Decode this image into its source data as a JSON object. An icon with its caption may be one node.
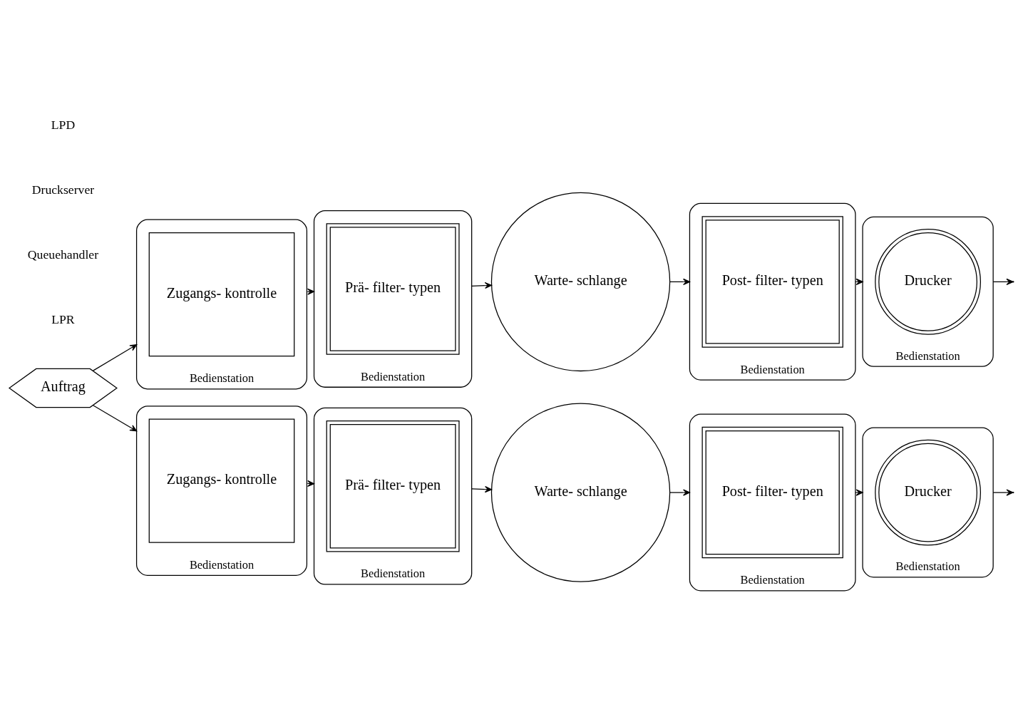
{
  "diagram": {
    "nodes": [
      {
        "text": [
          "Auftrag"
        ]
      },
      {
        "text": [
          "Bedienstation"
        ]
      },
      {
        "text": [
          "Zugangs- kontrolle"
        ],
        "in": 1
      },
      {
        "text": [
          "Bedienstation"
        ]
      },
      {
        "text": [
          "Prä- filter- typen"
        ],
        "in": 3
      },
      {
        "text": [
          "Warte- schlange"
        ]
      },
      {
        "text": [
          "Bedienstation"
        ]
      },
      {
        "text": [
          "Post- filter- typen"
        ],
        "in": 6
      },
      {
        "text": [
          "Bedienstation"
        ]
      },
      {
        "text": [
          "Drucker"
        ],
        "in": 8
      },
      {
        "text": [
          "Bedienstation"
        ]
      },
      {
        "text": [
          "Zugangs- kontrolle"
        ],
        "in": 10
      },
      {
        "text": [
          "Bedienstation"
        ]
      },
      {
        "text": [
          "Prä- filter- typen"
        ],
        "in": 12
      },
      {
        "text": [
          "Warte- schlange"
        ]
      },
      {
        "text": [
          "Bedienstation"
        ]
      },
      {
        "text": [
          "Post- filter- typen"
        ],
        "in": 15
      },
      {
        "text": [
          "Bedienstation"
        ]
      },
      {
        "text": [
          "Drucker"
        ],
        "in": 17
      }
    ],
    "edges": [
      {
        "from": 0,
        "to": 1,
        "arrow": "to"
      },
      {
        "from": 1,
        "to": 3,
        "arrow": "to"
      },
      {
        "from": 3,
        "to": 5,
        "arrow": "to"
      },
      {
        "from": 5,
        "to": 6,
        "arrow": "to"
      },
      {
        "from": 6,
        "to": 8,
        "arrow": "to"
      },
      {
        "from": 8,
        "to": null,
        "arrow": "to"
      },
      {
        "from": 0,
        "to": 10,
        "arrow": "to"
      },
      {
        "from": 10,
        "to": 12,
        "arrow": "to"
      },
      {
        "from": 12,
        "to": 14,
        "arrow": "to"
      },
      {
        "from": 14,
        "to": 15,
        "arrow": "to"
      },
      {
        "from": 15,
        "to": 17,
        "arrow": "to"
      },
      {
        "from": 17,
        "to": null,
        "arrow": "to"
      }
    ],
    "labels": [
      "LPR",
      "Queuehandler",
      "Druckserver",
      "LPD"
    ]
  }
}
